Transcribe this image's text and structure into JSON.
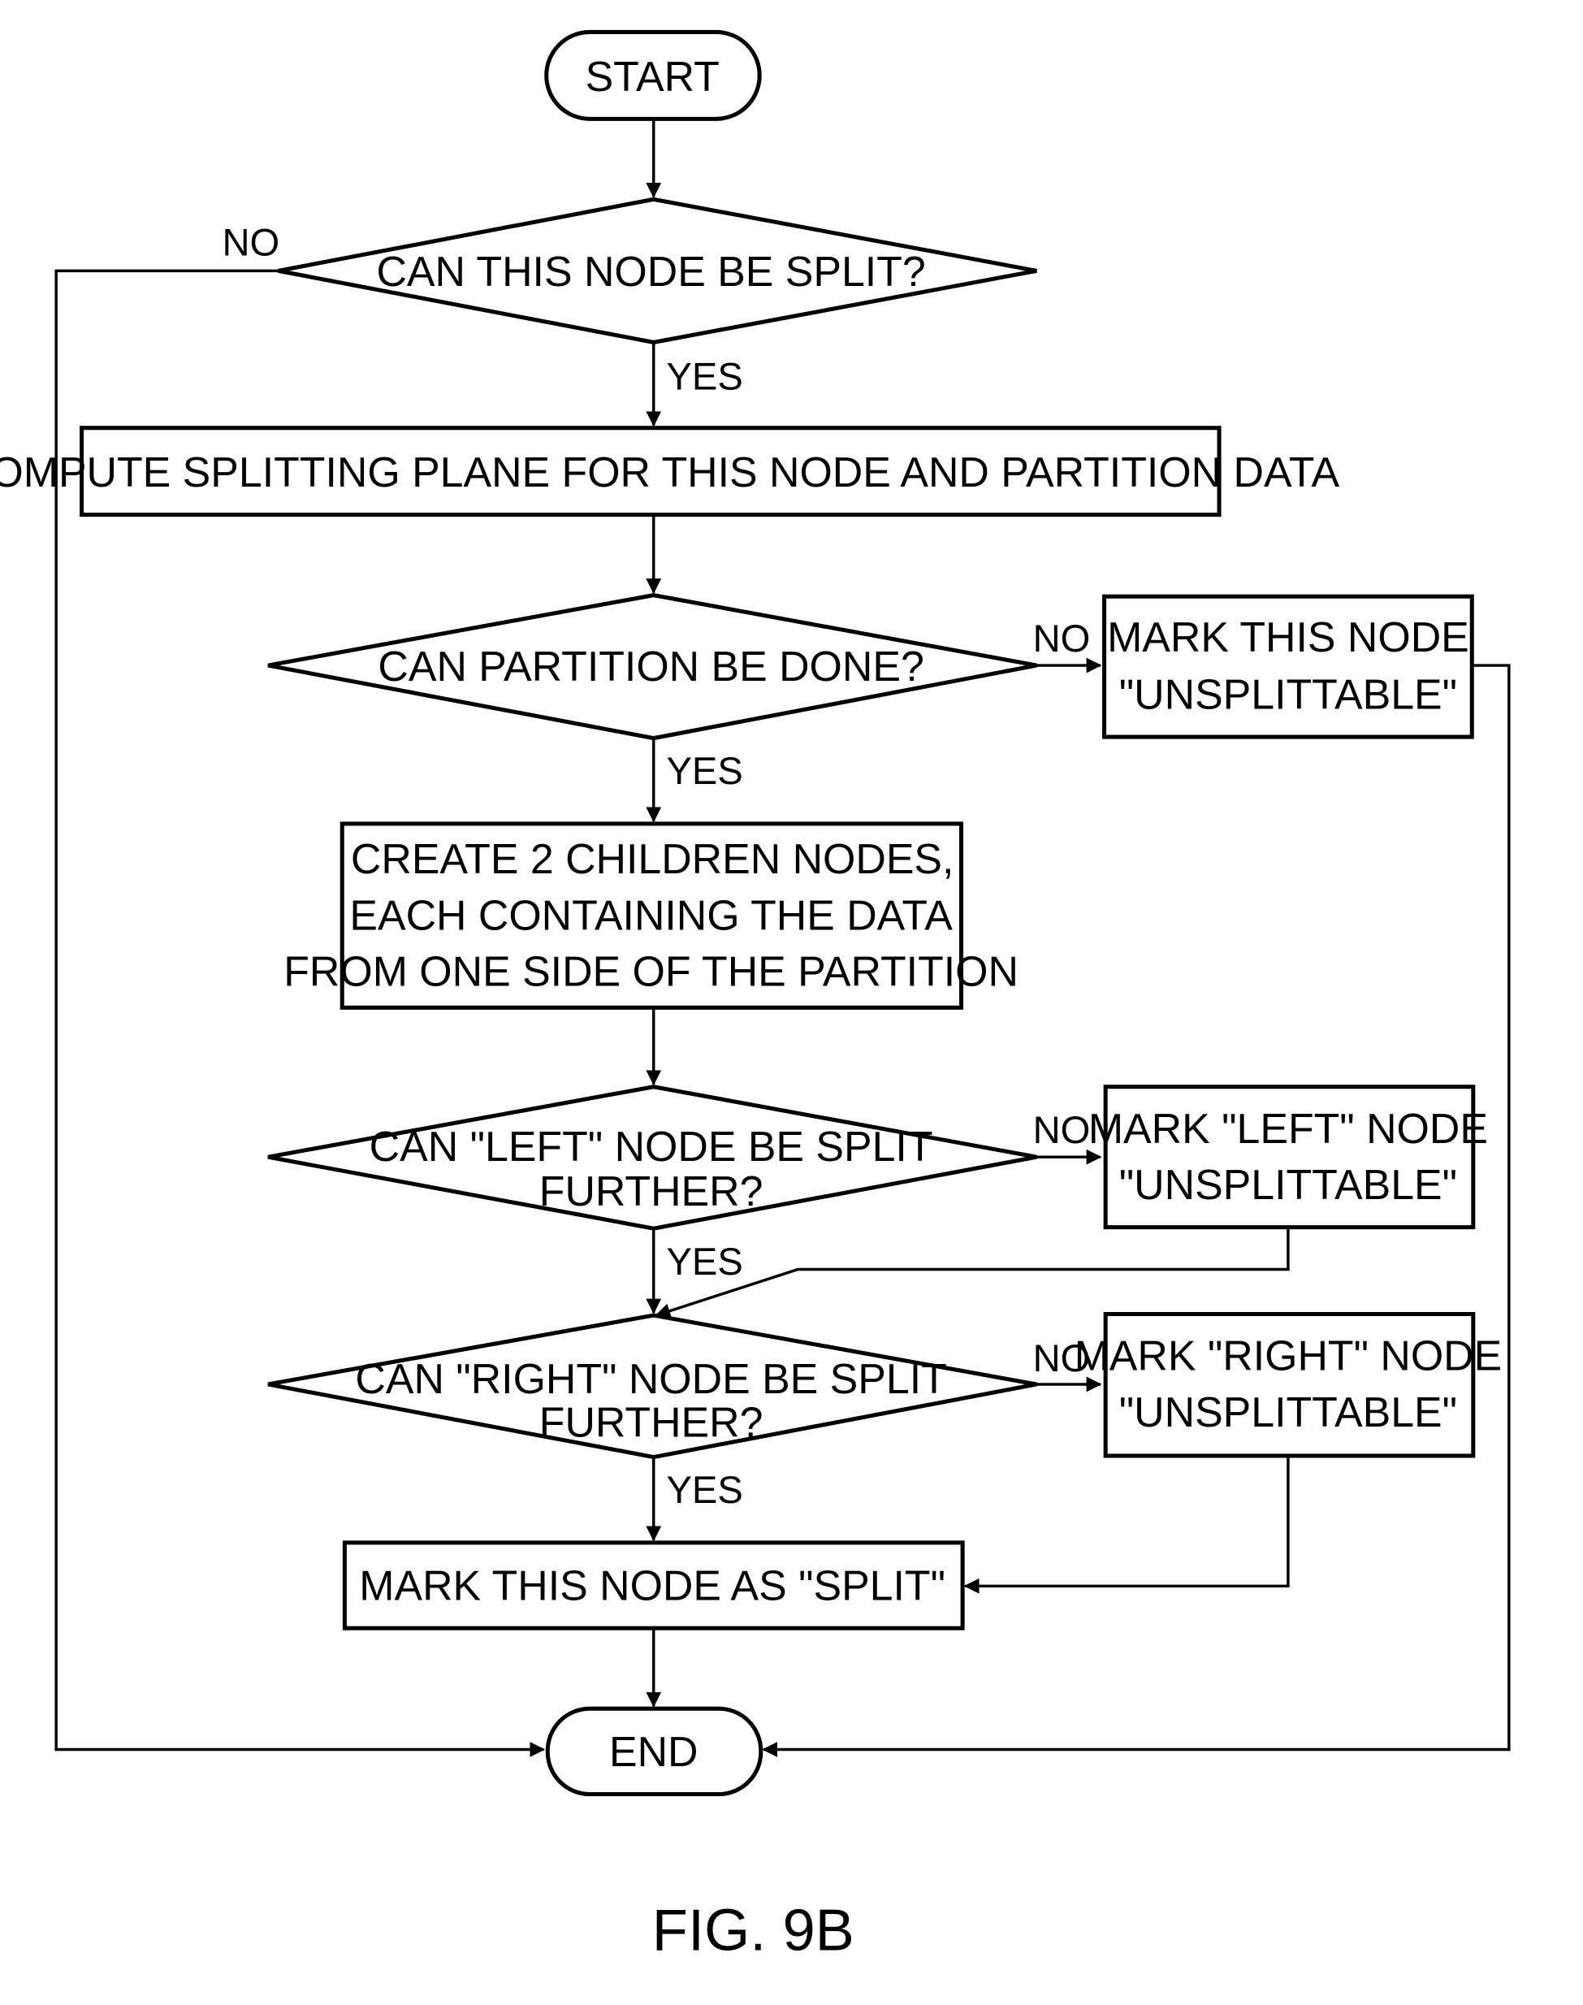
{
  "figure_label": "FIG. 9B",
  "nodes": {
    "start": "START",
    "can_split": "CAN THIS NODE BE SPLIT?",
    "compute": "COMPUTE SPLITTING PLANE FOR THIS NODE AND PARTITION DATA",
    "can_partition": "CAN PARTITION BE DONE?",
    "mark_unsplittable": [
      "MARK THIS NODE",
      "\"UNSPLITTABLE\""
    ],
    "create_children": [
      "CREATE 2 CHILDREN NODES,",
      "EACH CONTAINING THE DATA",
      "FROM ONE SIDE OF THE PARTITION"
    ],
    "can_left": [
      "CAN \"LEFT\" NODE BE SPLIT",
      "FURTHER?"
    ],
    "mark_left": [
      "MARK \"LEFT\" NODE",
      "\"UNSPLITTABLE\""
    ],
    "can_right": [
      "CAN \"RIGHT\" NODE BE SPLIT",
      "FURTHER?"
    ],
    "mark_right": [
      "MARK \"RIGHT\" NODE",
      "\"UNSPLITTABLE\""
    ],
    "mark_split": "MARK THIS NODE AS \"SPLIT\"",
    "end": "END"
  },
  "edges": {
    "yes": "YES",
    "no": "NO"
  }
}
